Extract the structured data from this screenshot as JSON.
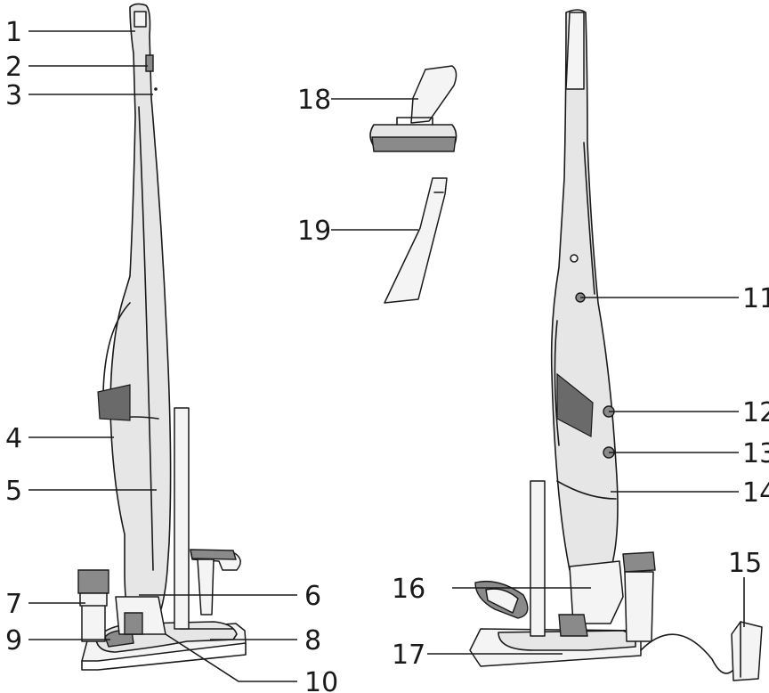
{
  "callouts": [
    "1",
    "2",
    "3",
    "4",
    "5",
    "6",
    "7",
    "8",
    "9",
    "10",
    "11",
    "12",
    "13",
    "14",
    "15",
    "16",
    "17",
    "18",
    "19"
  ],
  "colors": {
    "line": "#1a1a1a",
    "fill": "#e6e6e6",
    "shade": "#8a8a8a"
  }
}
